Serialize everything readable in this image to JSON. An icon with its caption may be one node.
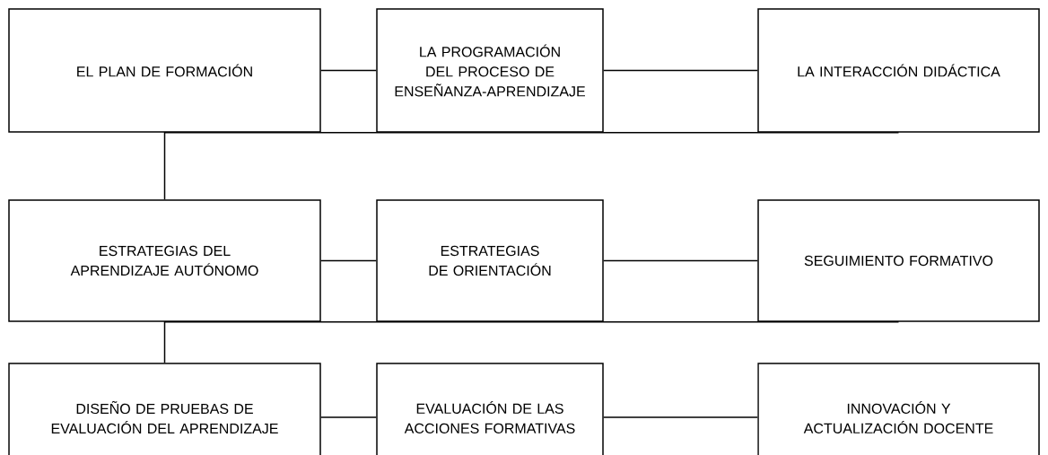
{
  "diagram": {
    "nodes": [
      {
        "text": [
          "EL PLAN DE FORMACIÓN"
        ]
      },
      {
        "text": [
          "LA PROGRAMACIÓN DEL PROCESO DE ENSEÑANZA-APRENDIZAJE"
        ]
      },
      {
        "text": [
          "LA INTERACCIÓN DIDÁCTICA"
        ]
      },
      {
        "text": [
          "ESTRATEGIAS DEL APRENDIZAJE AUTÓNOMO"
        ]
      },
      {
        "text": [
          "ESTRATEGIAS DE ORIENTACIÓN"
        ]
      },
      {
        "text": [
          "SEGUIMIENTO FORMATIVO"
        ]
      },
      {
        "text": [
          "DISEÑO DE PRUEBAS DE EVALUACIÓN DEL APRENDIZAJE"
        ]
      },
      {
        "text": [
          "EVALUACIÓN DE LAS ACCIONES FORMATIVAS"
        ]
      },
      {
        "text": [
          "INNOVACIÓN Y ACTUALIZACIÓN DOCENTE"
        ]
      }
    ],
    "edges": [
      {
        "from": 0,
        "to": 1,
        "arrow": "none"
      },
      {
        "from": 1,
        "to": 2,
        "arrow": "none"
      },
      {
        "from": 2,
        "to": 3,
        "arrow": "none"
      },
      {
        "from": 3,
        "to": 4,
        "arrow": "none"
      },
      {
        "from": 4,
        "to": 5,
        "arrow": "none"
      },
      {
        "from": 5,
        "to": 6,
        "arrow": "none"
      },
      {
        "from": 6,
        "to": 7,
        "arrow": "none"
      },
      {
        "from": 7,
        "to": 8,
        "arrow": "none"
      }
    ]
  }
}
